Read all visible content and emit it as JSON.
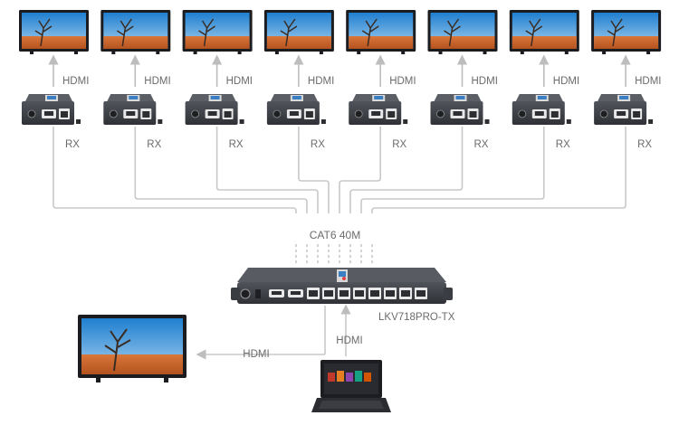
{
  "labels": {
    "hdmi": "HDMI",
    "rx": "RX",
    "cable": "CAT6 40M",
    "transmitter_model": "LKV718PRO-TX",
    "local_hdmi": "HDMI",
    "source_hdmi": "HDMI"
  },
  "receiver_count": 8,
  "colors": {
    "line": "#c8c8c8",
    "arrow": "#bdbdbd",
    "device_body": "#3f4247",
    "device_dark": "#2c2e32",
    "port_face": "#e7e7e7",
    "accent_blue": "#3a7fc4",
    "sky_top": "#1f7fd0",
    "sky_bottom": "#a9d2f0",
    "sand": "#c8642c",
    "text": "#6b6b6b"
  },
  "icons": {
    "display": "tv-icon",
    "receiver": "hdmi-extender-receiver-icon",
    "transmitter": "hdmi-splitter-transmitter-icon",
    "source": "laptop-icon",
    "arrow": "arrow-up-icon"
  }
}
